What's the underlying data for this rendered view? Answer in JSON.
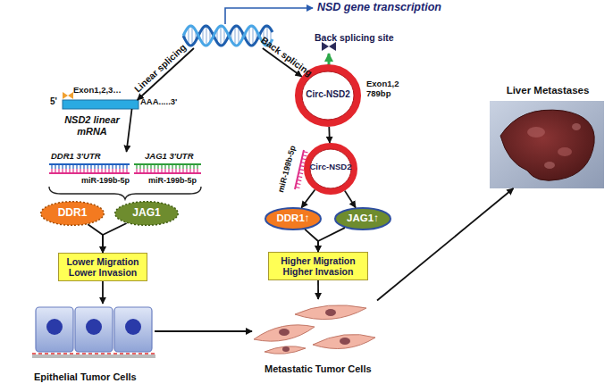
{
  "diagram": {
    "nodes": [
      {
        "text": [
          "NSD gene transcription"
        ]
      },
      {
        "text": [
          "Exon1,2,3…",
          "5'",
          "AAA.....3'",
          "NSD2 linear mRNA"
        ]
      },
      {
        "text": [
          "Back splicing site",
          "Circ-NSD2",
          "Exon1,2 789bp"
        ]
      },
      {
        "text": [
          "DDR1 3'UTR",
          "miR-199b-5p"
        ]
      },
      {
        "text": [
          "JAG1 3'UTR",
          "miR-199b-5p"
        ]
      },
      {
        "text": [
          "DDR1"
        ]
      },
      {
        "text": [
          "JAG1"
        ]
      },
      {
        "text": [
          "Lower Migration Lower Invasion"
        ]
      },
      {
        "text": [
          "Epithelial Tumor Cells"
        ]
      },
      {
        "text": [
          "Circ-NSD2",
          "miR-199b-5p"
        ]
      },
      {
        "text": [
          "DDR1↑"
        ]
      },
      {
        "text": [
          "JAG1↑"
        ]
      },
      {
        "text": [
          "Higher Migration Higher Invasion"
        ]
      },
      {
        "text": [
          "Metastatic Tumor Cells"
        ]
      },
      {
        "text": [
          "Liver Metastases"
        ]
      }
    ],
    "edges": [
      {
        "from": 0,
        "to": 1,
        "label": "Linear splicing",
        "arrow": "to"
      },
      {
        "from": 0,
        "to": 2,
        "label": "Back splicing",
        "arrow": "to"
      },
      {
        "from": 1,
        "to": 3,
        "arrow": "to"
      },
      {
        "from": 5,
        "to": 7,
        "arrow": "to"
      },
      {
        "from": 6,
        "to": 7,
        "arrow": "to"
      },
      {
        "from": 7,
        "to": 8,
        "arrow": "to"
      },
      {
        "from": 8,
        "to": 13,
        "arrow": "to"
      },
      {
        "from": 2,
        "to": 9,
        "arrow": "to"
      },
      {
        "from": 9,
        "to": 10,
        "arrow": "to"
      },
      {
        "from": 9,
        "to": 11,
        "arrow": "to"
      },
      {
        "from": 10,
        "to": 12,
        "arrow": "to"
      },
      {
        "from": 11,
        "to": 12,
        "arrow": "to"
      },
      {
        "from": 12,
        "to": 13,
        "arrow": "to"
      },
      {
        "from": 13,
        "to": 14,
        "arrow": "to"
      }
    ]
  }
}
